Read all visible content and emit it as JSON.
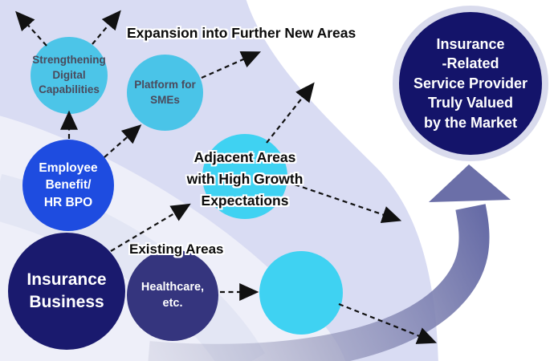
{
  "page": {
    "title": "Expansion into Further New Areas"
  },
  "labels": {
    "expansion": "Expansion into Further New Areas",
    "adjacent": "Adjacent Areas\nwith High Growth\nExpectations",
    "existing": "Existing Areas"
  },
  "circles": {
    "strengthening": {
      "label": "Strengthening\nDigital\nCapabilities",
      "color": "#4CC5E8",
      "text_color": "#4A4A5C"
    },
    "platform": {
      "label": "Platform for\nSMEs",
      "color": "#4AC4E8",
      "text_color": "#4A4A5C"
    },
    "employee": {
      "label": "Employee\nBenefit/\nHR BPO",
      "color": "#1E4CE0",
      "text_color": "#FFFFFF"
    },
    "insurance_business": {
      "label": "Insurance\nBusiness",
      "color": "#1A1A6E",
      "text_color": "#FFFFFF"
    },
    "healthcare": {
      "label": "Healthcare,\netc.",
      "color": "#35357E",
      "text_color": "#FFFFFF"
    },
    "adjacent_growth_area": {
      "label": "",
      "color": "#3FD2F2"
    },
    "further_new_area": {
      "label": "",
      "color": "#3FD2F2"
    },
    "goal": {
      "label": "Insurance\n-Related\nService Provider\nTruly Valued\nby the Market",
      "color": "#14146A",
      "ring_color": "#D9DBED",
      "text_color": "#FFFFFF"
    }
  },
  "arrows": {
    "dashed_color": "#111111",
    "curved_arrow_color": "#6A6EA8",
    "curved_arrow_tail_color": "#B9BACF"
  },
  "background": {
    "page_color": "#FFFFFF",
    "outer_band_color": "#D9DCF3",
    "inner_light_color": "#EEEFF9",
    "mid_band_color": "#E3E6F4"
  }
}
